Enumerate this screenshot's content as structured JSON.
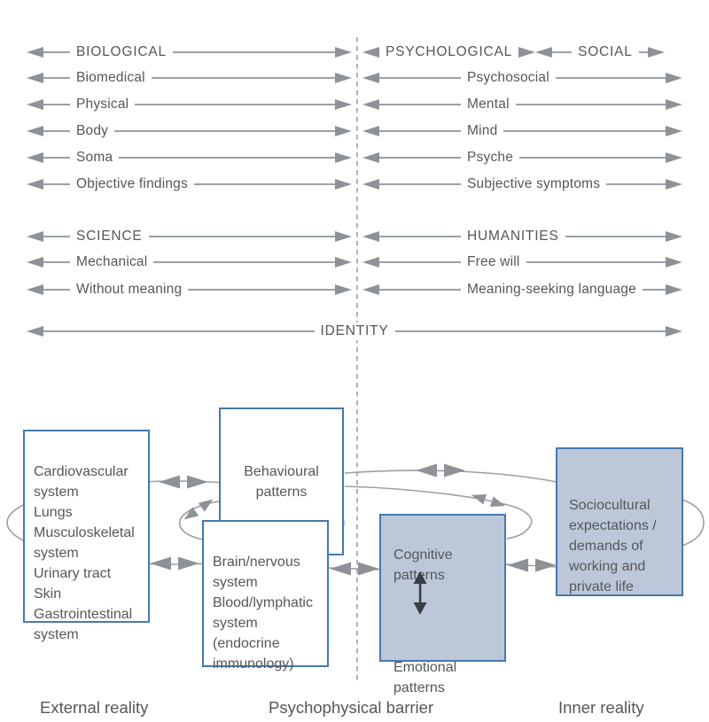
{
  "diagram": {
    "top_rows": [
      {
        "left": "BIOLOGICAL",
        "right": "PSYCHOLOGICAL",
        "right2": "SOCIAL",
        "heading": true
      },
      {
        "left": "Biomedical",
        "right": "Psychosocial"
      },
      {
        "left": "Physical",
        "right": "Mental"
      },
      {
        "left": "Body",
        "right": "Mind"
      },
      {
        "left": "Soma",
        "right": "Psyche"
      },
      {
        "left": "Objective findings",
        "right": "Subjective symptoms"
      },
      {
        "left": "SCIENCE",
        "right": "HUMANITIES",
        "heading": true
      },
      {
        "left": "Mechanical",
        "right": "Free will"
      },
      {
        "left": "Without meaning",
        "right": "Meaning-seeking language"
      }
    ],
    "identity_label": "IDENTITY",
    "boxes": {
      "external_systems": {
        "text": "Cardiovascular\nsystem\nLungs\nMusculoskeletal\nsystem\nUrinary tract\nSkin\nGastrointestinal\nsystem"
      },
      "behavioural": {
        "text": "Behavioural\npatterns"
      },
      "brain": {
        "text": "Brain/nervous\nsystem\nBlood/lymphatic\nsystem\n(endocrine\nimmunology)"
      },
      "cognitive": {
        "top": "Cognitive\npatterns",
        "bottom": "Emotional\npatterns"
      },
      "sociocultural": {
        "text": "Sociocultural\nexpectations /\ndemands of\nworking and\nprivate life"
      }
    },
    "bottom_labels": {
      "external": "External reality",
      "barrier": "Psychophysical barrier",
      "inner": "Inner reality"
    },
    "colors": {
      "arrow_gray": "#8e9297",
      "line_gray": "#9aa0a4",
      "text_gray": "#54575b",
      "box_border_blue": "#4679ad",
      "box_fill_blue": "#bcc8d9",
      "dark_arrow": "#3b3f44"
    }
  }
}
